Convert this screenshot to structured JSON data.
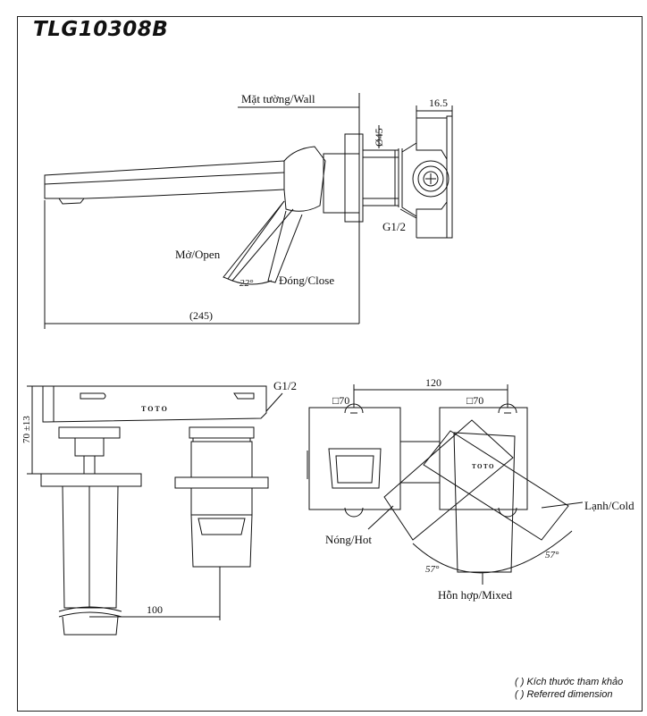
{
  "title": "TLG10308B",
  "side_view": {
    "wall_label": "Mặt tường/Wall",
    "dim_diameter": "Ø45",
    "dim_depth": "16.5",
    "thread": "G1/2",
    "open_label": "Mở/Open",
    "close_label": "Đóng/Close",
    "angle": "22°",
    "dim_length": "(245)"
  },
  "front_view": {
    "thread": "G1/2",
    "brand": "TOTO",
    "dim_height": "70 ±13",
    "dim_offset": "100"
  },
  "top_view": {
    "dim_spacing": "120",
    "plate_left": "□70",
    "plate_right": "□70",
    "brand": "TOTO",
    "hot_label": "Nóng/Hot",
    "cold_label": "Lạnh/Cold",
    "mixed_label": "Hỗn hợp/Mixed",
    "angle_left": "57°",
    "angle_right": "57°"
  },
  "notes": {
    "line1": "( ) Kích thước tham khảo",
    "line2": "( ) Referred dimension"
  }
}
